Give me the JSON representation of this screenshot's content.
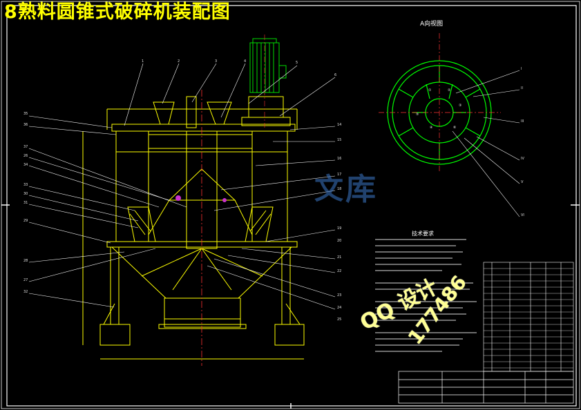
{
  "title": "8熟料圆锥式破碎机装配图",
  "view_label": "A向视图",
  "requirements_title": "技术要求",
  "watermark_left": "QQ 设计",
  "watermark_right": "177486",
  "logo_chars": [
    "文",
    "库"
  ],
  "colors": {
    "background": "#000000",
    "title": "#ffff00",
    "outline": "#ffff00",
    "view_circle": "#00ff00",
    "center_line": "#ff3333",
    "leader": "#ffffff",
    "motor": "#00dd00",
    "border": "#ffffff",
    "watermark": "#ffff8c",
    "logo": "#3c78c8"
  },
  "callouts_left": [
    "35",
    "36",
    "37",
    "26",
    "34",
    "33",
    "30",
    "31",
    "29",
    "28",
    "27",
    "32"
  ],
  "callouts_top": [
    "1",
    "2",
    "3",
    "4",
    "5",
    "6"
  ],
  "callouts_right": [
    "14",
    "15",
    "16",
    "17",
    "18",
    "19",
    "20",
    "21",
    "22",
    "23",
    "24",
    "25"
  ],
  "view_callouts": [
    "I",
    "II",
    "III",
    "IV",
    "V",
    "VI"
  ],
  "view_segment_numbers": [
    "①",
    "②",
    "③",
    "④",
    "⑤",
    "⑥"
  ]
}
